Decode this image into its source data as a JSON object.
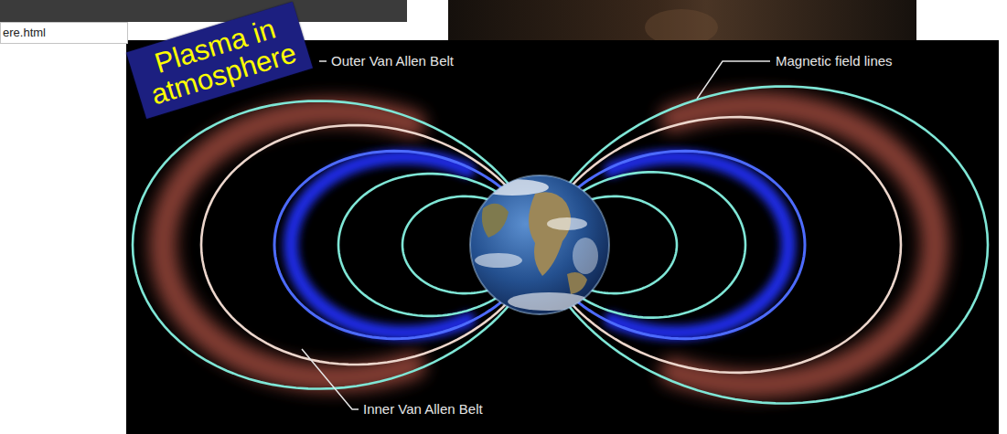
{
  "diagram": {
    "nodes": [
      {
        "text": [
          "ere.html"
        ]
      },
      {
        "text": [
          "Plasma in atmosphere"
        ]
      }
    ],
    "labels": [
      "Outer Van Allen Belt",
      "Magnetic field lines",
      "Inner Van Allen Belt"
    ]
  }
}
